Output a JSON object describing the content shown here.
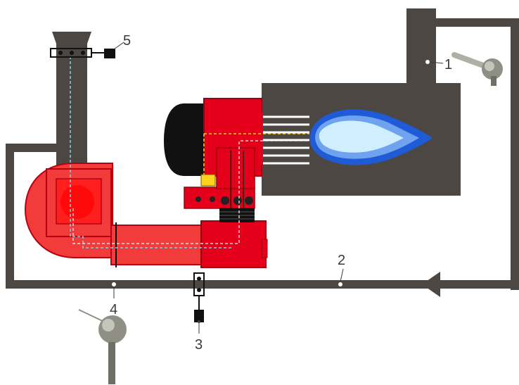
{
  "labels": {
    "one": "1",
    "two": "2",
    "three": "3",
    "four": "4",
    "five": "5"
  },
  "colors": {
    "duct": "#4d4744",
    "burner_red": "#e4001b",
    "fan_red": "#f23b3b",
    "motor_black": "#111111",
    "flame_blue": "#1f5bd6",
    "flame_light": "#cfefff",
    "probe_gray": "#8f8f86",
    "signal_cyan": "#7fd3e6",
    "signal_yellow": "#ffd21c",
    "callout_text": "#3a3a3a"
  }
}
